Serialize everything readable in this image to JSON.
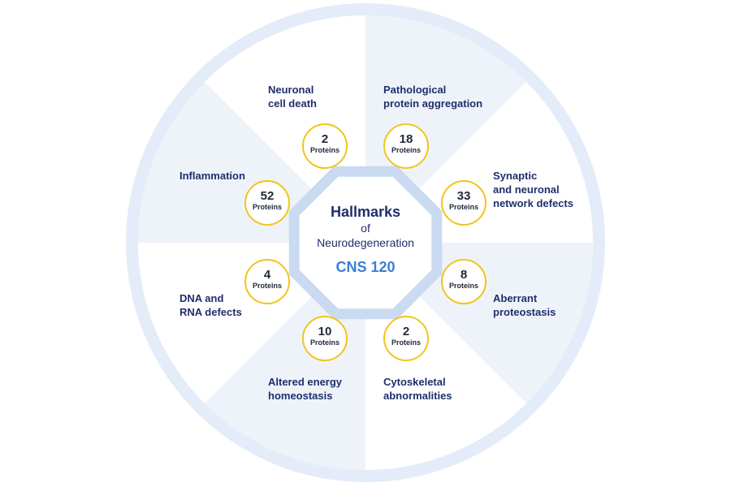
{
  "center": {
    "line1": "Hallmarks",
    "line2": "of",
    "line3": "Neurodegeneration",
    "line4": "CNS 120"
  },
  "colors": {
    "ring": "#e3ecf8",
    "sector_shaded": "#eef3fa",
    "octagon": "#c9daf1",
    "badge_border": "#f2c41b",
    "label_text": "#1f2f6b",
    "accent_text": "#3a7fd0"
  },
  "categories": [
    {
      "id": "neuronal-cell-death",
      "lines": [
        "Neuronal",
        "cell death"
      ],
      "count": "2",
      "unit": "Proteins"
    },
    {
      "id": "pathological-protein-aggregation",
      "lines": [
        "Pathological",
        "protein aggregation"
      ],
      "count": "18",
      "unit": "Proteins"
    },
    {
      "id": "synaptic-network-defects",
      "lines": [
        "Synaptic",
        "and neuronal",
        "network defects"
      ],
      "count": "33",
      "unit": "Proteins"
    },
    {
      "id": "aberrant-proteostasis",
      "lines": [
        "Aberrant",
        "proteostasis"
      ],
      "count": "8",
      "unit": "Proteins"
    },
    {
      "id": "cytoskeletal-abnormalities",
      "lines": [
        "Cytoskeletal",
        "abnormalities"
      ],
      "count": "2",
      "unit": "Proteins"
    },
    {
      "id": "altered-energy-homeostasis",
      "lines": [
        "Altered energy",
        "homeostasis"
      ],
      "count": "10",
      "unit": "Proteins"
    },
    {
      "id": "dna-rna-defects",
      "lines": [
        "DNA and",
        "RNA defects"
      ],
      "count": "4",
      "unit": "Proteins"
    },
    {
      "id": "inflammation",
      "lines": [
        "Inflammation"
      ],
      "count": "52",
      "unit": "Proteins"
    }
  ]
}
